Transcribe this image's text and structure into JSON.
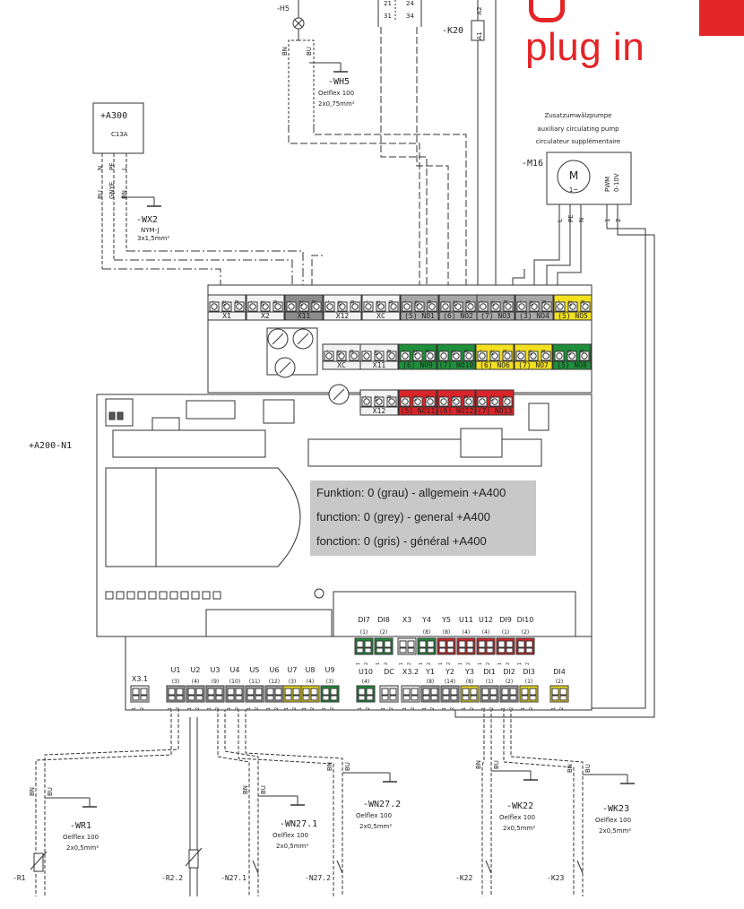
{
  "brand": {
    "tagline": "plug in",
    "accent_color": "#e42528"
  },
  "info_box": {
    "line1": "Funktion: 0 (grau) - allgemein +A400",
    "line2": "function: 0 (grey) - general +A400",
    "line3": "fonction: 0 (gris) - général +A400",
    "background_color": "#c8c8c8"
  },
  "top": {
    "h5": "-H5",
    "k20": "-K20",
    "a1": "A1",
    "a2": "A2",
    "contact_21": "21",
    "contact_24": "24",
    "contact_31": "31",
    "contact_34": "34",
    "bn": "BN",
    "bu": "BU"
  },
  "wh5": {
    "name": "-WH5",
    "cable": "Oelflex 100",
    "section": "2x0,75mm²"
  },
  "a300": {
    "name": "+A300",
    "sub": "C13A",
    "pins": [
      "N",
      "PE",
      "L"
    ],
    "cores": [
      "BU",
      "GNYE",
      "BN"
    ]
  },
  "wx2": {
    "name": "-WX2",
    "cable": "NYM-J",
    "section": "3x1,5mm²"
  },
  "m16": {
    "title_de": "Zusatzumwälzpumpe",
    "title_en": "auxiliary circulating pump",
    "title_fr": "circulateur supplémentaire",
    "name": "-M16",
    "motor": "M",
    "phase": "1~",
    "pwm": "PWM",
    "range": "0-10V",
    "pins": [
      "L",
      "PE",
      "N",
      "1",
      "2"
    ]
  },
  "board": {
    "name": "+A200-N1"
  },
  "top_blocks": [
    "X1",
    "X2",
    "X11",
    "X12",
    "XC",
    "(5) NO1",
    "(6) NO2",
    "(7) NO3",
    "(3) NO4",
    "(5) NO5"
  ],
  "mid_blocks": [
    "XC",
    "X11",
    "(6) NO9",
    "(7) NO10",
    "(6) NO6",
    "(7) NO7",
    "(5) NO8"
  ],
  "low_blocks": [
    "X12",
    "(5) NO11",
    "(6) NO12",
    "(7) NO13"
  ],
  "block_pins": [
    "L",
    "PE",
    "N"
  ],
  "upper_row": {
    "labels": [
      "DI7",
      "DI8",
      "X3",
      "Y4",
      "Y5",
      "U11",
      "U12",
      "DI9",
      "DI10"
    ],
    "codes": [
      "(1)",
      "(2)",
      "",
      "(8)",
      "(8)",
      "(4)",
      "(4)",
      "(1)",
      "(2)"
    ]
  },
  "lower_left": {
    "labels": [
      "X3.1",
      "U1",
      "U2",
      "U3",
      "U4",
      "U5",
      "U6",
      "U7",
      "U8",
      "U9"
    ],
    "codes": [
      "",
      "(3)",
      "(4)",
      "(9)",
      "(10)",
      "(11)",
      "(12)",
      "(3)",
      "(4)",
      "(3)"
    ]
  },
  "lower_right": {
    "labels": [
      "U10",
      "DC",
      "X3.2",
      "Y1",
      "Y2",
      "Y3",
      "DI1",
      "DI2",
      "DI3",
      "DI4"
    ],
    "codes": [
      "(4)",
      "",
      "",
      "(8)",
      "(14)",
      "(8)",
      "(1)",
      "(2)",
      "(1)",
      "(2)"
    ]
  },
  "pin_pair": [
    "1",
    "2"
  ],
  "cables": [
    {
      "name": "-WR1",
      "cable": "Oelflex 100",
      "section": "2x0,5mm²"
    },
    {
      "name": "-WN27.1",
      "cable": "Oelflex 100",
      "section": "2x0,5mm²"
    },
    {
      "name": "-WN27.2",
      "cable": "Oelflex 100",
      "section": "2x0,5mm²"
    },
    {
      "name": "-WK22",
      "cable": "Oelflex 100",
      "section": "2x0,5mm²"
    },
    {
      "name": "-WK23",
      "cable": "Oelflex 100",
      "section": "2x0,5mm²"
    }
  ],
  "devices": [
    "-R1",
    "-R2.2",
    "-N27.1",
    "-N27.2",
    "-K22",
    "-K23"
  ],
  "core_bn": "BN",
  "core_bu": "BU",
  "colors": {
    "grey": "#a7a7a7",
    "dark_grey": "#8c8c8c",
    "white_block": "#f2f2f2",
    "green": "#1e8f3a",
    "red": "#d9252a",
    "yellow": "#f2e021"
  }
}
